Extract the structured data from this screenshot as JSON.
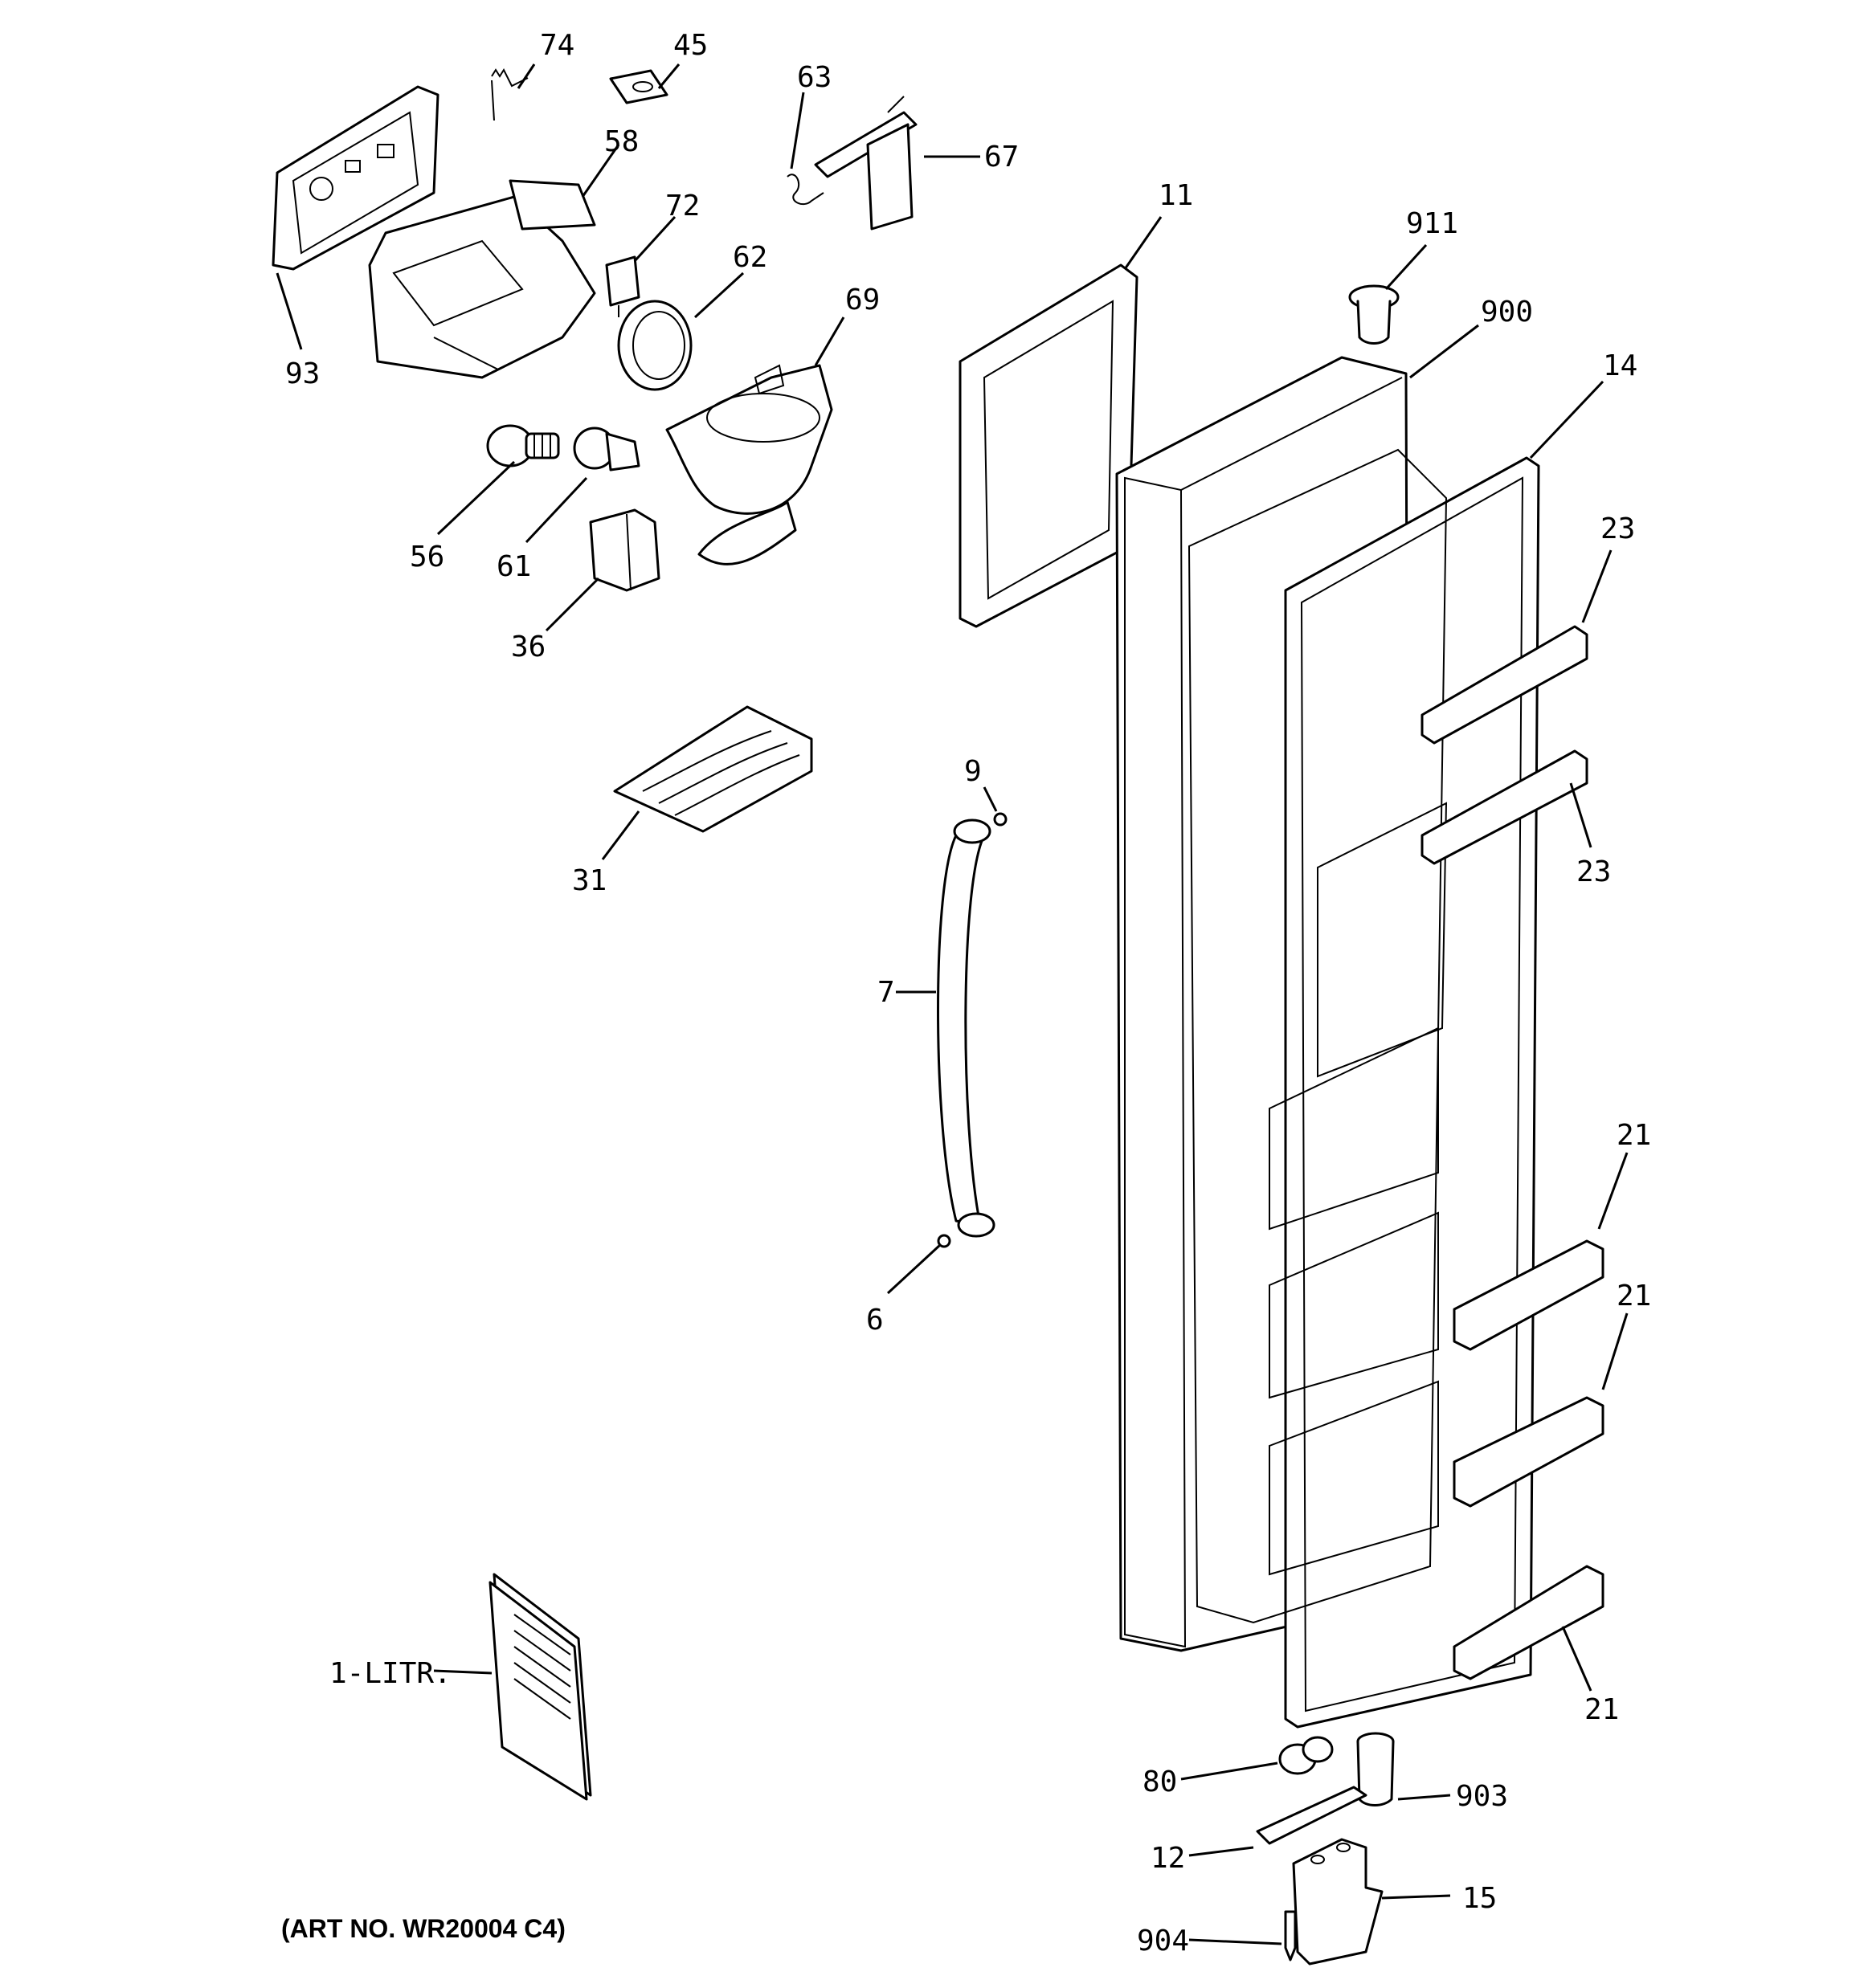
{
  "labels": {
    "p74": "74",
    "p45": "45",
    "p63": "63",
    "p67": "67",
    "p58": "58",
    "p72": "72",
    "p62": "62",
    "p69": "69",
    "p11": "11",
    "p911": "911",
    "p900": "900",
    "p14": "14",
    "p93": "93",
    "p56": "56",
    "p61": "61",
    "p36": "36",
    "p23a": "23",
    "p23b": "23",
    "p9": "9",
    "p31": "31",
    "p7": "7",
    "p21a": "21",
    "p21b": "21",
    "p21c": "21",
    "p6": "6",
    "p1litr": "1-LITR.",
    "p80": "80",
    "p903": "903",
    "p12": "12",
    "p15": "15",
    "p904": "904"
  },
  "art_number": "(ART NO. WR20004 C4)"
}
